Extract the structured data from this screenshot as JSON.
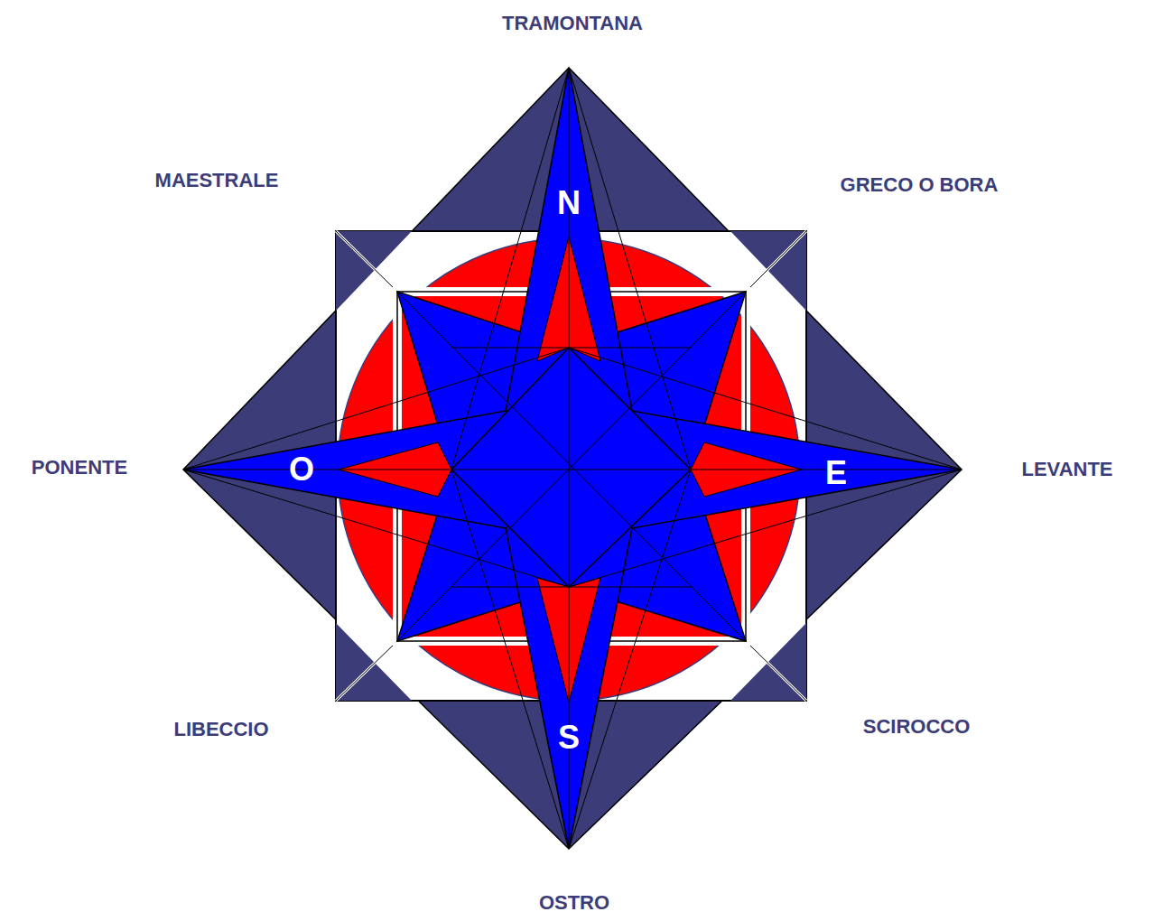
{
  "diagram": {
    "labels": [
      "TRAMONTANA",
      "MAESTRALE",
      "GRECO O BORA",
      "PONENTE",
      "LEVANTE",
      "LIBECCIO",
      "SCIROCCO",
      "OSTRO",
      "N",
      "O",
      "E",
      "S"
    ]
  }
}
